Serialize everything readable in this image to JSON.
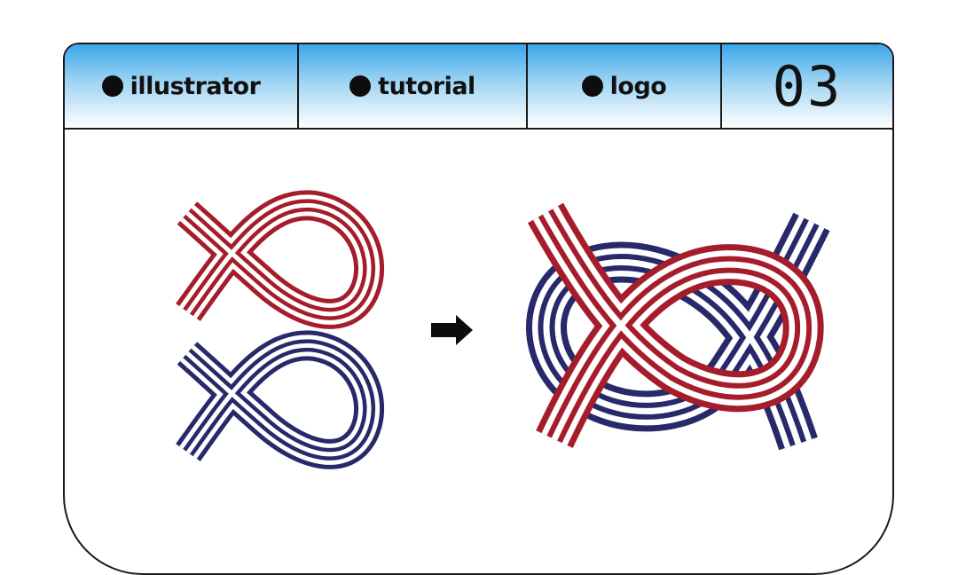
{
  "header": {
    "tags": [
      "illustrator",
      "tutorial",
      "logo"
    ],
    "number": "03"
  },
  "colors": {
    "red": "#a51d2b",
    "navy": "#27296a",
    "header_top": "#3aa6e8"
  },
  "icons": {
    "arrow": "right-arrow-icon"
  }
}
